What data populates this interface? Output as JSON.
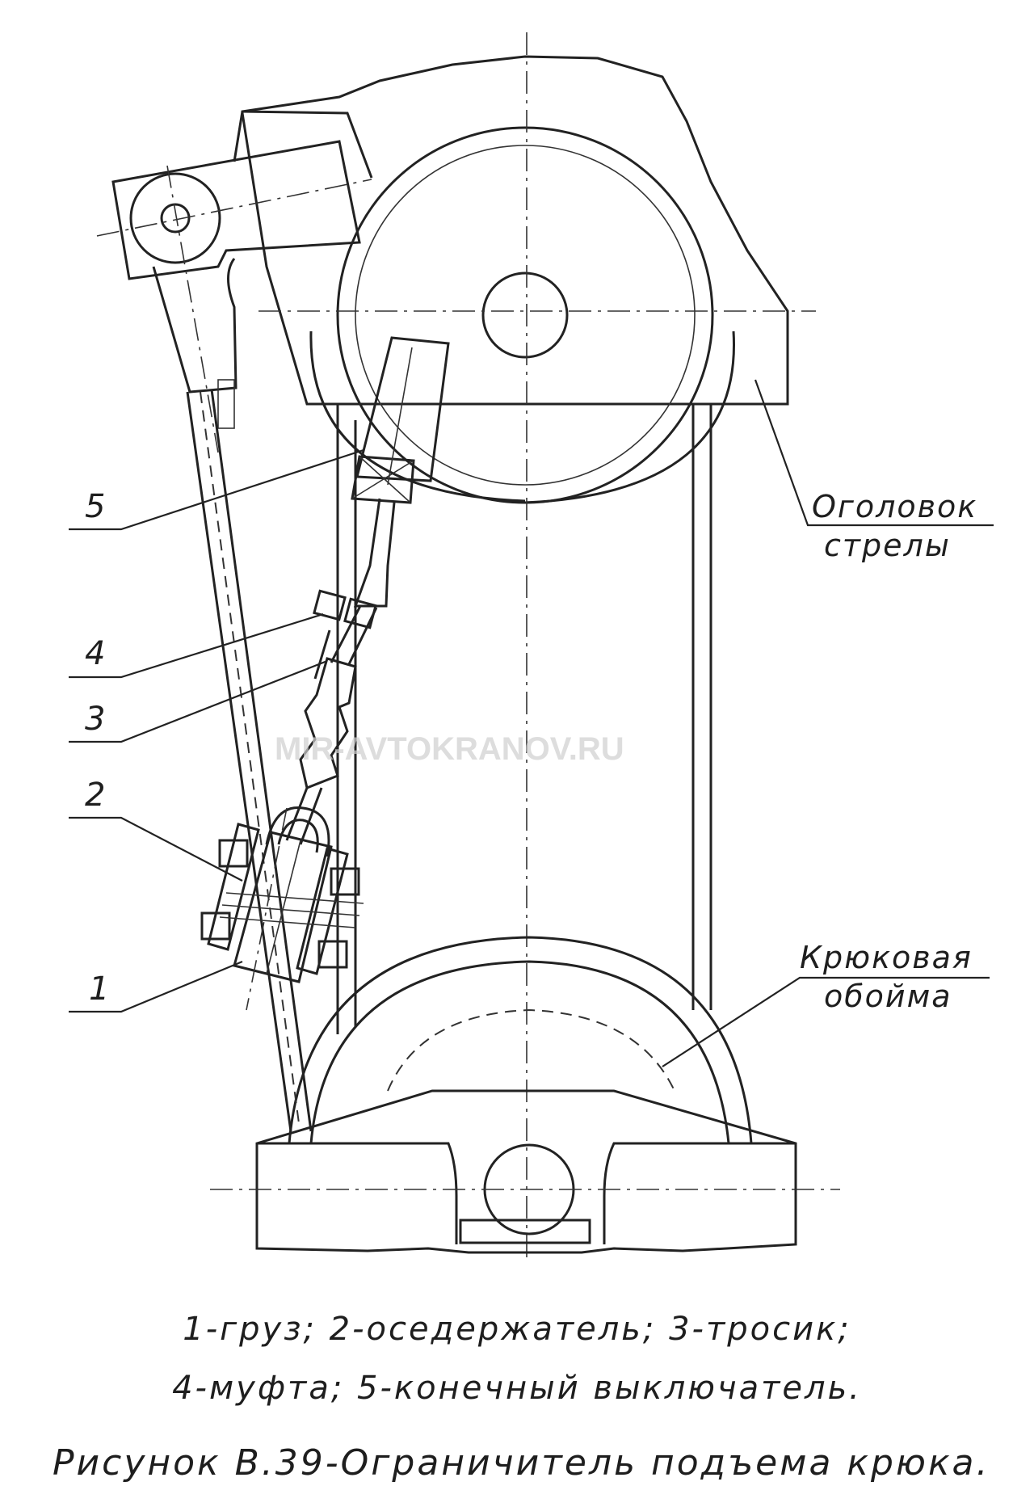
{
  "callouts": {
    "c5": "5",
    "c4": "4",
    "c3": "3",
    "c2": "2",
    "c1": "1"
  },
  "labels": {
    "boom_head_line1": "Оголовок",
    "boom_head_line2": "стрелы",
    "hook_block_line1": "Крюковая",
    "hook_block_line2": "обойма"
  },
  "watermark": "MIR-AVTOKRANOV.RU",
  "legend": {
    "line1": "1-груз; 2-оседержатель; 3-тросик;",
    "line2": "4-муфта; 5-конечный выключатель."
  },
  "figure_title": "Рисунок В.39-Ограничитель подъема крюка."
}
